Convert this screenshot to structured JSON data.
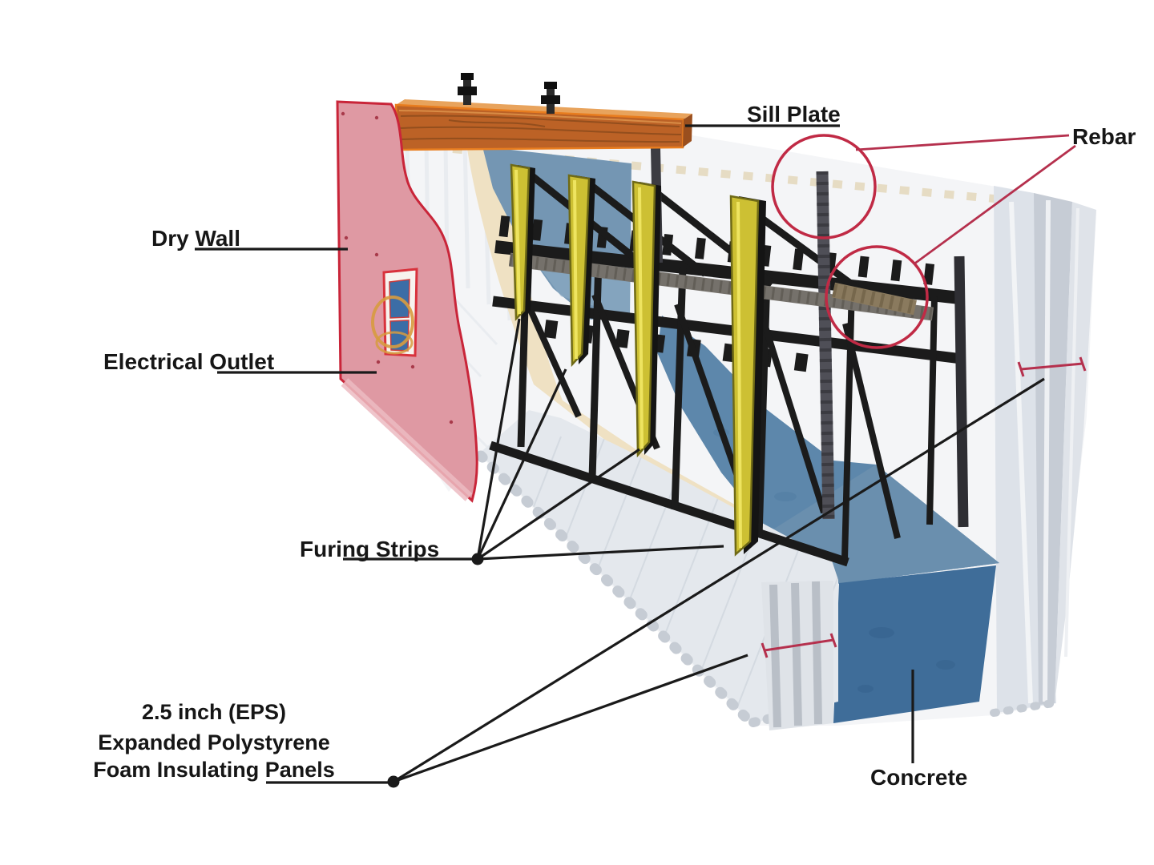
{
  "labels": {
    "sill_plate": "Sill Plate",
    "rebar": "Rebar",
    "dry_wall": "Dry Wall",
    "electrical_outlet": "Electrical Outlet",
    "furing_strips": "Furing Strips",
    "eps_line1": "2.5 inch (EPS)",
    "eps_line2": "Expanded Polystyrene",
    "eps_line3": "Foam Insulating Panels",
    "concrete": "Concrete"
  },
  "colors": {
    "background": "#ffffff",
    "label_text": "#161616",
    "leader_line": "#1a1a1a",
    "annotation_red": "#b5304d",
    "highlight_circle_red": "#c02a45",
    "drywall_pink": "#df99a3",
    "drywall_border_red": "#c92539",
    "sill_plate_orange": "#bc6226",
    "sill_plate_top_orange": "#e8a35c",
    "sill_plate_border": "#e87d1f",
    "foam_white": "#f4f5f7",
    "foam_shadow": "#dde2e9",
    "foam_cut_gray": "#c6ccd5",
    "foam_cream_edge": "#efe1c3",
    "front_foam": "#e4e8ed",
    "concrete_blue": "#3f6d99",
    "concrete_blue_light": "#5d87ab",
    "concrete_blue_pale": "#7496b3",
    "web_black": "#1b1b1b",
    "rebar_steel": "#75716b",
    "furring_yellow": "#cdc033",
    "furring_yellow_dark": "#6f6a16",
    "outlet_blue": "#3c6da6",
    "wire_orange": "#d79b3f"
  }
}
